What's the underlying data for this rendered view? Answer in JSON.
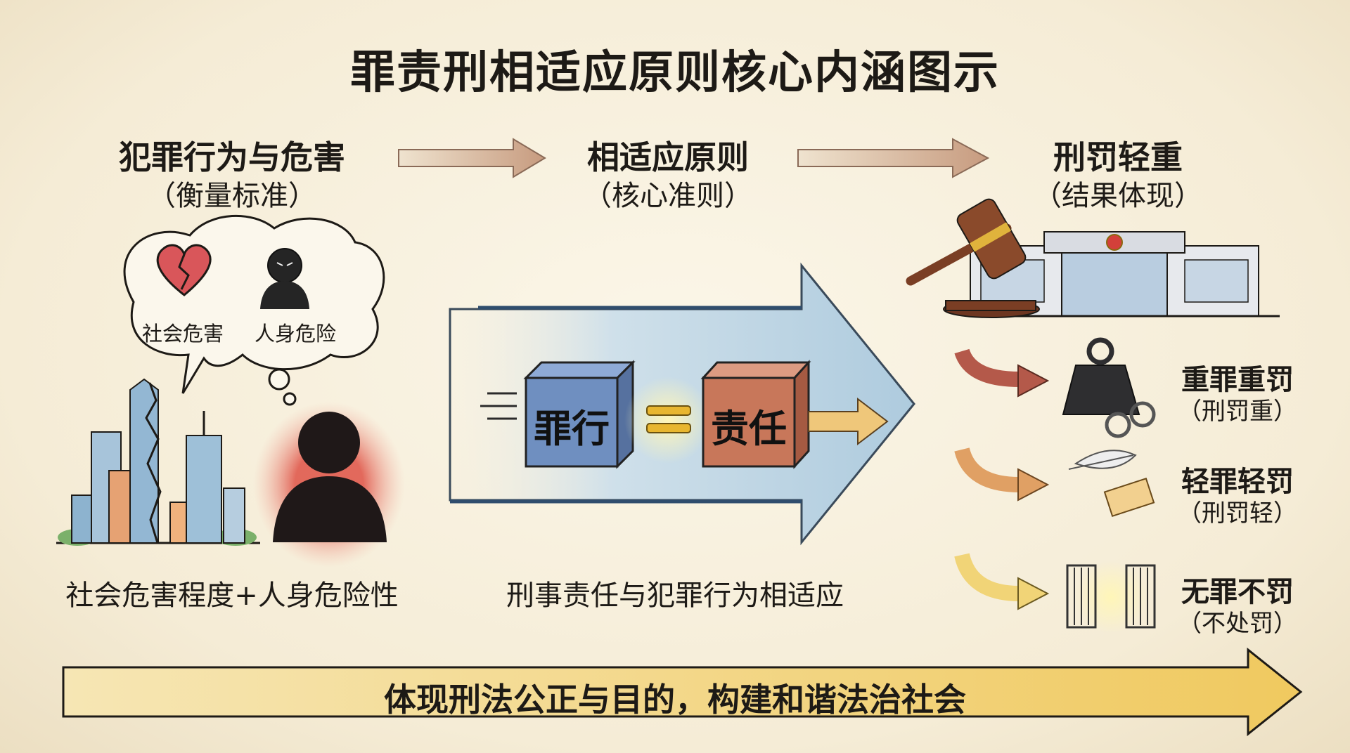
{
  "title": "罪责刑相适应原则核心内涵图示",
  "columns": [
    {
      "heading": "犯罪行为与危害",
      "sub": "（衡量标准）"
    },
    {
      "heading": "相适应原则",
      "sub": "（核心准则）"
    },
    {
      "heading": "刑罚轻重",
      "sub": "（结果体现）"
    }
  ],
  "thought_bubble": {
    "items": [
      "社会危害",
      "人身危险"
    ]
  },
  "left_caption": "社会危害程度+人身危险性",
  "equation": {
    "left": "罪行",
    "right": "责任"
  },
  "middle_caption": "刑事责任与犯罪行为相适应",
  "outcomes": [
    {
      "heading": "重罪重罚",
      "sub": "（刑罚重）",
      "icon": "weight-handcuffs-icon"
    },
    {
      "heading": "轻罪轻罚",
      "sub": "（刑罚轻）",
      "icon": "feather-ticket-icon"
    },
    {
      "heading": "无罪不罚",
      "sub": "（不处罚）",
      "icon": "open-gate-icon"
    }
  ],
  "banner": "体现刑法公正与目的，构建和谐法治社会",
  "colors": {
    "background": "#f5ecd6",
    "arrow_blue": "#bcd3e2",
    "arrow_gold": "#efcf78",
    "cube_blue": "#6f8fc0",
    "cube_red": "#c8775a",
    "ink": "#1d1a16"
  }
}
